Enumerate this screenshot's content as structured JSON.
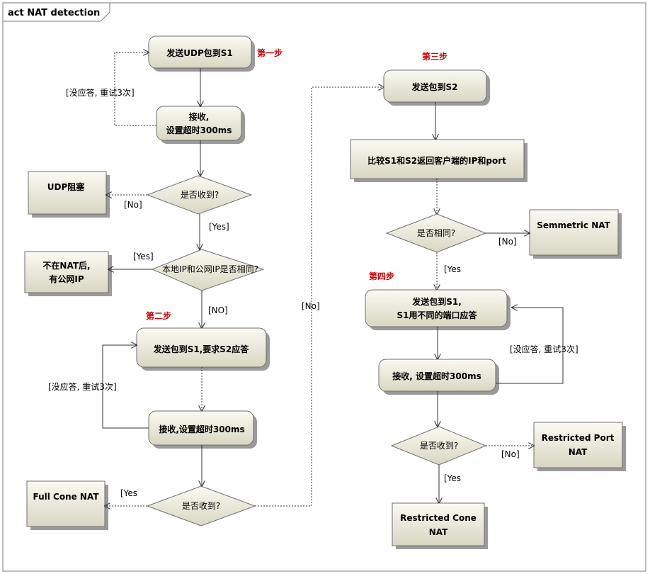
{
  "diagram": {
    "title": "act NAT detection",
    "steps": {
      "s1": "第一步",
      "s2": "第二步",
      "s3": "第三步",
      "s4": "第四步"
    },
    "activities": {
      "a1": "发送UDP包到S1",
      "a2_l1": "接收,",
      "a2_l2": "设置超时300ms",
      "a3": "发送包到S1,要求S2应答",
      "a4": "接收,设置超时300ms",
      "a5": "发送包到S2",
      "a6": "比较S1和S2返回客户端的IP和port",
      "a7_l1": "发送包到S1,",
      "a7_l2": "S1用不同的端口应答",
      "a8": "接收, 设置超时300ms"
    },
    "results": {
      "udp_blocked": "UDP阻塞",
      "no_nat_l1": "不在NAT后,",
      "no_nat_l2": "有公网IP",
      "full_cone": "Full Cone NAT",
      "symmetric": "Semmetric NAT",
      "rport_l1": "Restricted Port",
      "rport_l2": "NAT",
      "rcone_l1": "Restricted Cone",
      "rcone_l2": "NAT"
    },
    "decisions": {
      "d1": "是否收到?",
      "d2": "本地IP和公网IP是否相同?",
      "d3": "是否收到?",
      "d4": "是否相同?",
      "d5": "是否收到?"
    },
    "guards": {
      "retry1": "[没应答, 重试3次]",
      "no1": "[No]",
      "yes1": "[Yes]",
      "yes2": "[Yes]",
      "no2": "[NO]",
      "retry2": "[没应答, 重试3次]",
      "yes3": "[Yes",
      "no3": "[No]",
      "no4": "[No]",
      "yes4": "[Yes",
      "retry3": "[没应答, 重试3次]",
      "no5": "[No]",
      "yes5": "[Yes"
    }
  }
}
